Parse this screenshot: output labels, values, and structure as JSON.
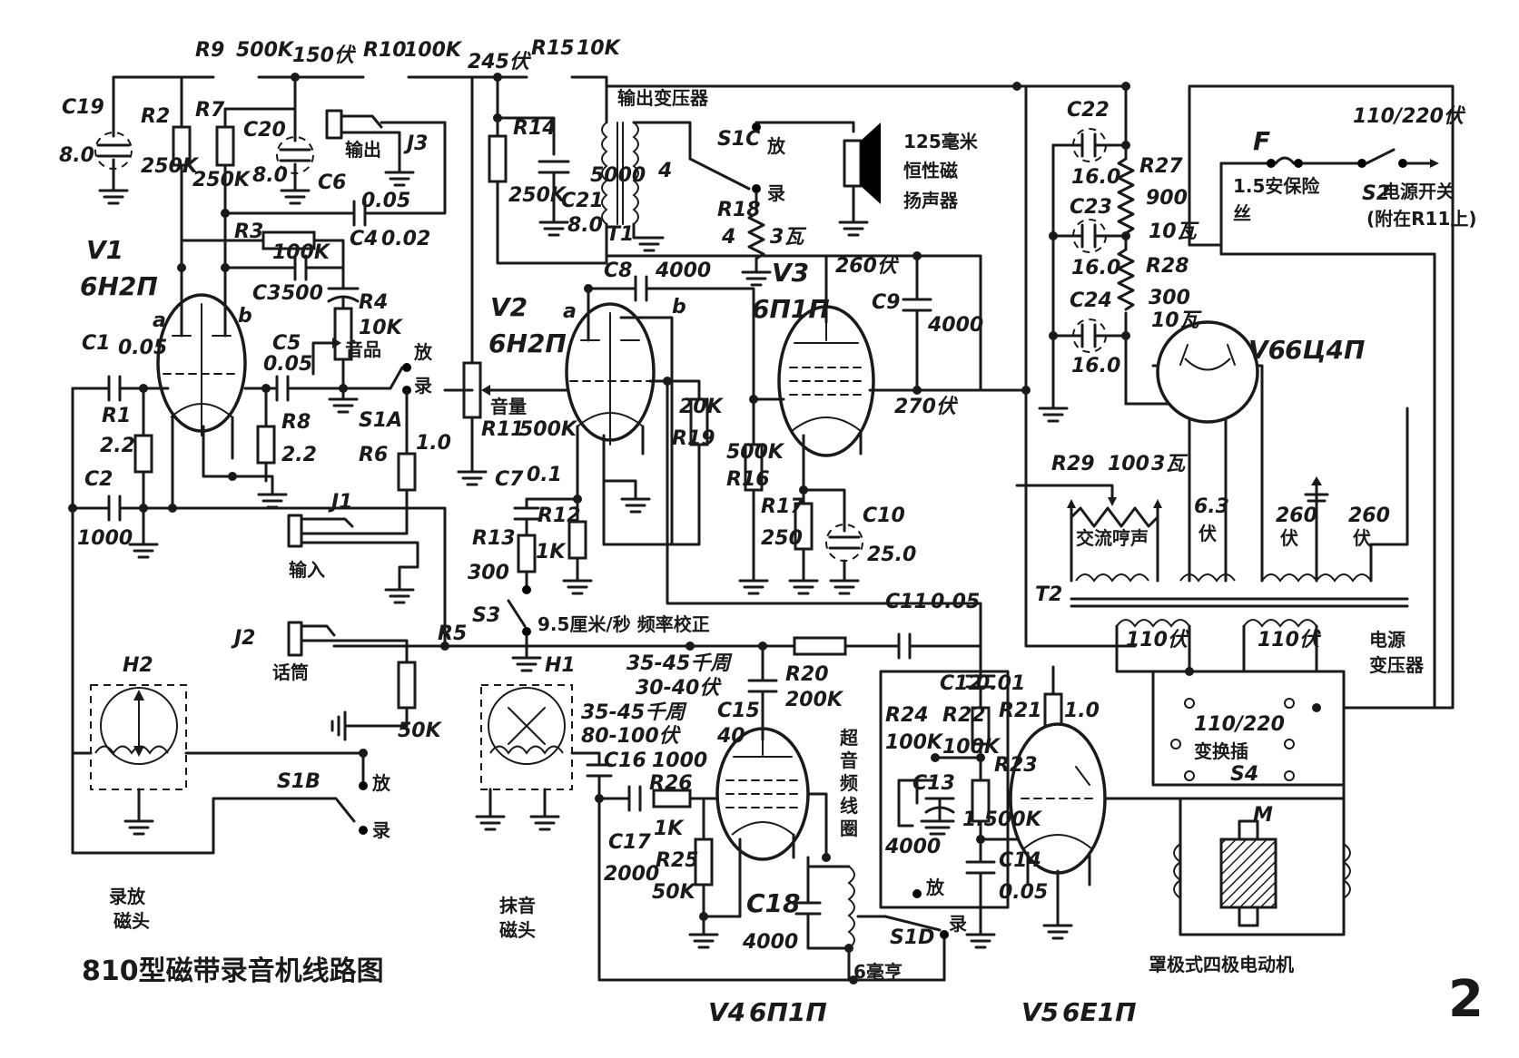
{
  "title": "810型磁带录音机线路图",
  "page_number": "2",
  "tubes": {
    "v1": {
      "ref": "V1",
      "type": "6Н2П",
      "pin_a": "a",
      "pin_b": "b"
    },
    "v2": {
      "ref": "V2",
      "type": "6Н2П",
      "pin_a": "a",
      "pin_b": "b"
    },
    "v3": {
      "ref": "V3",
      "type": "6П1П"
    },
    "v4": {
      "ref": "V4",
      "type": "6П1П"
    },
    "v5": {
      "ref": "V5",
      "type": "6Е1П"
    },
    "v6": {
      "ref": "V6",
      "type": "6Ц4П"
    }
  },
  "resistors": {
    "r1": {
      "ref": "R1",
      "value": "2.2"
    },
    "r2": {
      "ref": "R2",
      "value": "250K"
    },
    "r3": {
      "ref": "R3",
      "value": "100K"
    },
    "r4": {
      "ref": "R4",
      "value": "10K",
      "note": "音品"
    },
    "r5": {
      "ref": "R5",
      "value": "50K"
    },
    "r6": {
      "ref": "R6",
      "value": "1.0"
    },
    "r7": {
      "ref": "R7",
      "value": "250K"
    },
    "r8": {
      "ref": "R8",
      "value": "2.2"
    },
    "r9": {
      "ref": "R9",
      "value": "500K"
    },
    "r10": {
      "ref": "R10",
      "value": "100K"
    },
    "r11": {
      "ref": "R11",
      "value": "500K",
      "note": "音量"
    },
    "r12": {
      "ref": "R12",
      "value": "1K"
    },
    "r13": {
      "ref": "R13",
      "value": "300"
    },
    "r14": {
      "ref": "R14",
      "value": "250K"
    },
    "r15": {
      "ref": "R15",
      "value": "10K"
    },
    "r16": {
      "ref": "R16",
      "value": "500K"
    },
    "r17": {
      "ref": "R17",
      "value": "250"
    },
    "r18": {
      "ref": "R18",
      "value": "4",
      "power": "3瓦"
    },
    "r19": {
      "ref": "R19",
      "value": "20K"
    },
    "r20": {
      "ref": "R20",
      "value": "200K"
    },
    "r21": {
      "ref": "R21",
      "value": "1.0"
    },
    "r22": {
      "ref": "R22",
      "value": "100K"
    },
    "r23": {
      "ref": "R23",
      "value": "1.500K"
    },
    "r24": {
      "ref": "R24",
      "value": "100K"
    },
    "r25": {
      "ref": "R25",
      "value": "50K"
    },
    "r26": {
      "ref": "R26",
      "value": "1K"
    },
    "r27": {
      "ref": "R27",
      "value": "900",
      "power": "10瓦"
    },
    "r28": {
      "ref": "R28",
      "value": "300",
      "power": "10瓦"
    },
    "r29": {
      "ref": "R29",
      "value": "100",
      "power": "3瓦"
    }
  },
  "capacitors": {
    "c1": {
      "ref": "C1",
      "value": "0.05"
    },
    "c2": {
      "ref": "C2",
      "value": "1000"
    },
    "c3": {
      "ref": "C3",
      "value": "500"
    },
    "c4": {
      "ref": "C4",
      "value": "0.02"
    },
    "c5": {
      "ref": "C5",
      "value": "0.05"
    },
    "c6": {
      "ref": "C6",
      "value": "0.05"
    },
    "c7": {
      "ref": "C7",
      "value": "0.1"
    },
    "c8": {
      "ref": "C8",
      "value": "4000"
    },
    "c9": {
      "ref": "C9",
      "value": "4000"
    },
    "c10": {
      "ref": "C10",
      "value": "25.0"
    },
    "c11": {
      "ref": "C11",
      "value": "0.05"
    },
    "c12": {
      "ref": "C12",
      "value": "0.01"
    },
    "c13": {
      "ref": "C13",
      "value": "4000"
    },
    "c14": {
      "ref": "C14",
      "value": "0.05"
    },
    "c15": {
      "ref": "C15",
      "value": "40"
    },
    "c16": {
      "ref": "C16",
      "value": "1000"
    },
    "c17": {
      "ref": "C17",
      "value": "2000"
    },
    "c18": {
      "ref": "C18",
      "value": "4000"
    },
    "c19": {
      "ref": "C19",
      "value": "8.0"
    },
    "c20": {
      "ref": "C20",
      "value": "8.0"
    },
    "c21": {
      "ref": "C21",
      "value": "8.0"
    },
    "c22": {
      "ref": "C22",
      "value": "16.0"
    },
    "c23": {
      "ref": "C23",
      "value": "16.0"
    },
    "c24": {
      "ref": "C24",
      "value": "16.0"
    }
  },
  "voltages": {
    "v150": "150伏",
    "v245": "245伏",
    "v260": "260伏",
    "v270": "270伏"
  },
  "switches": {
    "s1a": "S1A",
    "s1b": "S1B",
    "s1c": "S1C",
    "s1d": "S1D",
    "s2": "S2",
    "s2_label": "电源开关",
    "s2_note": "(附在R11上)",
    "s3": "S3",
    "s3_label": "9.5厘米/秒 频率校正",
    "s4": "S4",
    "s4_label": "变换插",
    "s4_volts": "110/220",
    "play": "放",
    "record": "录"
  },
  "jacks": {
    "j1": "J1",
    "j1_label": "输入",
    "j2": "J2",
    "j2_label": "话筒",
    "j3": "J3",
    "j3_label": "输出"
  },
  "heads": {
    "h1": "H1",
    "h1_label1": "抹音",
    "h1_label2": "磁头",
    "h2": "H2",
    "h2_label1": "录放",
    "h2_label2": "磁头"
  },
  "heads_info": {
    "freq1": "35-45千周",
    "volt1": "30-40伏",
    "freq2": "35-45千周",
    "volt2": "80-100伏"
  },
  "transformers": {
    "t1": "T1",
    "t1_label": "输出变压器",
    "t1_ratio_a": "5000",
    "t1_ratio_b": "4",
    "t2": "T2",
    "t2_label_a": "电源",
    "t2_label_b": "变压器",
    "hv_a": "260",
    "hv_b": "260",
    "hv_unit": "伏",
    "fil": "6.3",
    "fil_unit": "伏",
    "pri_a": "110伏",
    "pri_b": "110伏"
  },
  "speaker": {
    "line1": "125毫米",
    "line2": "恒性磁",
    "line3": "扬声器"
  },
  "fuse": {
    "ref": "F",
    "label1": "1.5安保险",
    "label2": "丝"
  },
  "mains": "110/220伏",
  "hum": "交流哼声",
  "osc_coil": {
    "line1": "超",
    "line2": "音",
    "line3": "频",
    "line4": "线",
    "line5": "圈",
    "value": "6毫亨"
  },
  "motor": {
    "ref": "M",
    "label": "罩极式四极电动机"
  }
}
